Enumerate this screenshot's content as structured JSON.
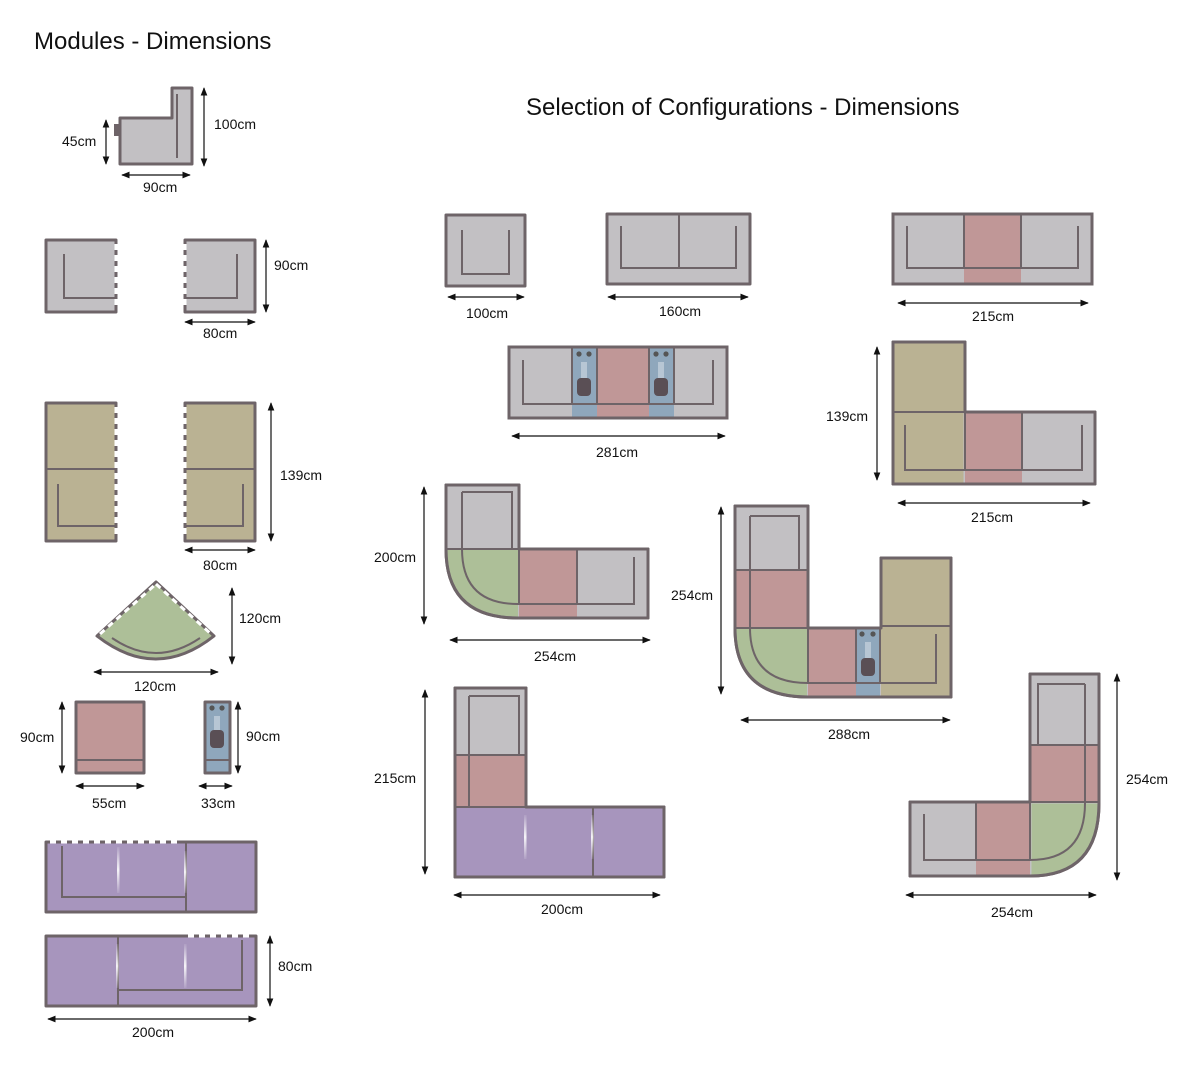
{
  "headings": {
    "modules": "Modules - Dimensions",
    "configurations": "Selection of Configurations - Dimensions"
  },
  "colors": {
    "grey": "#c2c0c3",
    "khaki": "#bab293",
    "rose": "#c09797",
    "sage": "#adbf98",
    "lavender": "#a795bd",
    "steel": "#8fa7bc",
    "outline": "#6e6468"
  },
  "modules": {
    "corner": {
      "width": "90cm",
      "height": "100cm",
      "seat": "45cm"
    },
    "armchair_ends": {
      "width": "80cm",
      "depth": "90cm"
    },
    "chaise_ends": {
      "width": "80cm",
      "length": "139cm"
    },
    "corner_wedge": {
      "width": "120cm",
      "depth": "120cm"
    },
    "middle_seat": {
      "width": "55cm",
      "depth": "90cm"
    },
    "console": {
      "width": "33cm",
      "depth": "90cm"
    },
    "lounger": {
      "width": "200cm",
      "depth": "80cm"
    }
  },
  "configurations": {
    "chair": {
      "width": "100cm"
    },
    "two_seater": {
      "width": "160cm"
    },
    "three_seater": {
      "width": "215cm"
    },
    "console_sofa": {
      "width": "281cm"
    },
    "chaise_sofa": {
      "width": "215cm",
      "depth": "139cm"
    },
    "curved_small": {
      "width": "254cm",
      "depth": "200cm"
    },
    "curved_large": {
      "width": "288cm",
      "depth": "254cm"
    },
    "lounger_corner": {
      "width": "200cm",
      "depth": "215cm"
    },
    "curved_right": {
      "width": "254cm",
      "depth": "254cm"
    }
  }
}
